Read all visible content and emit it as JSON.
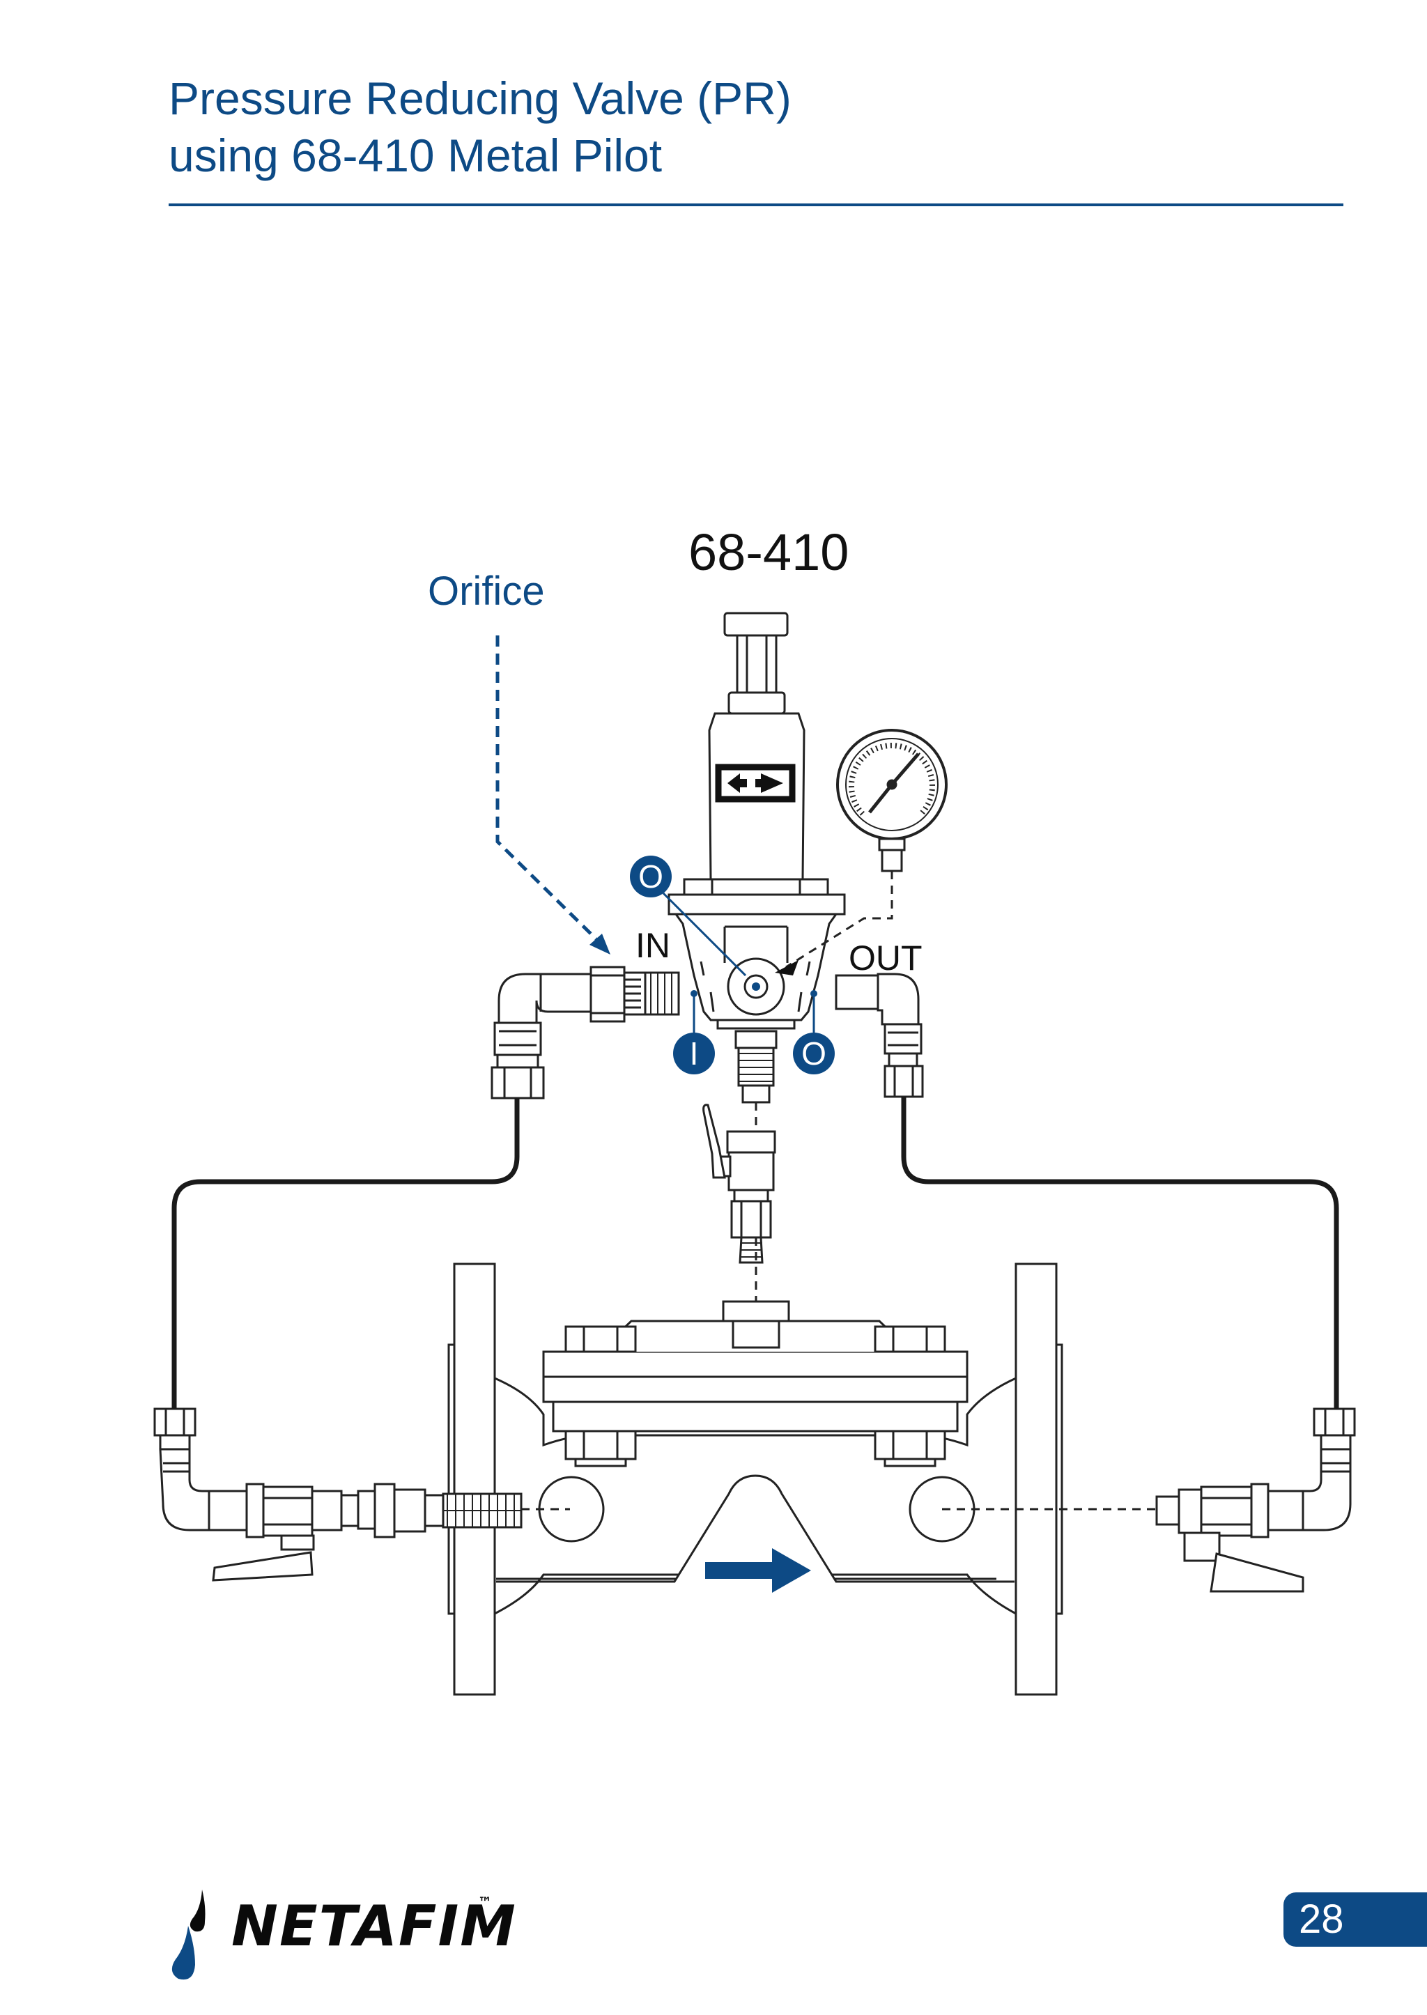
{
  "header": {
    "title_line1": "Pressure Reducing Valve (PR)",
    "title_line2": "using 68-410 Metal Pilot"
  },
  "diagram": {
    "model_label": "68-410",
    "orifice_label": "Orifice",
    "in_label": "IN",
    "out_label": "OUT",
    "port_top": "O",
    "port_in": "I",
    "port_out": "O"
  },
  "footer": {
    "brand": "NETAFIM",
    "trademark": "™",
    "page_number": "28"
  },
  "colors": {
    "brand_blue": "#0d4a85",
    "line_dark": "#1a1a1a",
    "outline": "#222222"
  }
}
